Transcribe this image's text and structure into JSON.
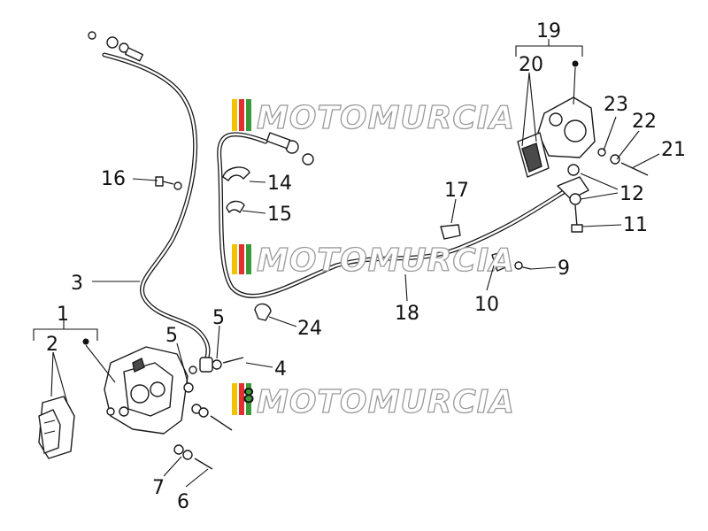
{
  "callouts": {
    "c1": "1",
    "c2": "2",
    "c3": "3",
    "c4": "4",
    "c5a": "5",
    "c5b": "5",
    "c6": "6",
    "c7": "7",
    "c8": "8",
    "c9": "9",
    "c10": "10",
    "c11": "11",
    "c12": "12",
    "c14": "14",
    "c15": "15",
    "c16": "16",
    "c17": "17",
    "c18": "18",
    "c19": "19",
    "c20": "20",
    "c21": "21",
    "c22": "22",
    "c23": "23",
    "c24": "24"
  },
  "watermark": {
    "text": "MOTOMURCIA",
    "logo_colors": [
      "#f2c200",
      "#e23030",
      "#3a9a3a"
    ]
  }
}
